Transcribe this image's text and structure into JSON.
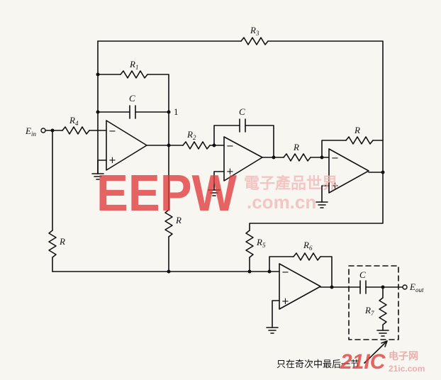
{
  "labels": {
    "R3": [
      "R",
      "3"
    ],
    "R1": [
      "R",
      "1"
    ],
    "C_top": "C",
    "node1": "1",
    "Ein": [
      "E",
      "in"
    ],
    "R4": [
      "R",
      "4"
    ],
    "R2": [
      "R",
      "2"
    ],
    "C_int": "C",
    "R_mid": "R",
    "R_inv_fb": "R",
    "R_vert": "R",
    "R_left": "R",
    "R5": [
      "R",
      "5"
    ],
    "R6": [
      "R",
      "6"
    ],
    "C_out": "C",
    "R7": [
      "R",
      "7"
    ],
    "Eout": [
      "E",
      "out"
    ],
    "minus": "−",
    "plus": "+"
  },
  "note": "只在奇次中最后一节",
  "watermark": {
    "logo": "EEPW",
    "cn": "電子產品世界",
    "url": ".com.cn",
    "logo2": "21IC",
    "cn2": "电子网",
    "url2": "21ic.com",
    "red": "#e03a3a",
    "pink": "#f2b9b9"
  }
}
